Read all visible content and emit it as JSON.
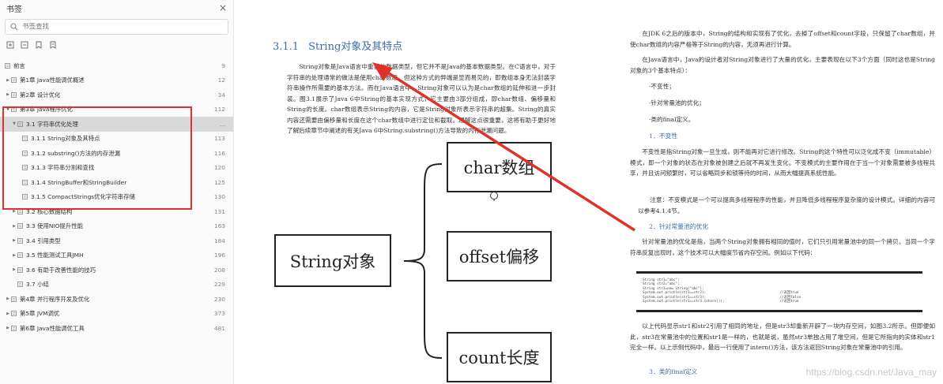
{
  "sidebar": {
    "title": "书签",
    "close_symbol": "×",
    "search_placeholder": "书签查找",
    "toc": [
      {
        "label": "前言",
        "page": "9"
      },
      {
        "label": "第1章 Java性能调优概述",
        "page": "12"
      },
      {
        "label": "第2章 设计优化",
        "page": "34"
      },
      {
        "label": "第3章 Java程序优化",
        "page": "112"
      },
      {
        "label": "3.1 字符串优化处理",
        "page": "..."
      },
      {
        "label": "3.1.1 String对象及其特点",
        "page": "113"
      },
      {
        "label": "3.1.2 substring()方法的内存泄漏",
        "page": "116"
      },
      {
        "label": "3.1.3 字符串分割和查找",
        "page": "120"
      },
      {
        "label": "3.1.4 StringBuffer和StringBuilder",
        "page": "125"
      },
      {
        "label": "3.1.5 CompactStrings优化字符串存储",
        "page": "130"
      },
      {
        "label": "3.2 核心数据结构",
        "page": "131"
      },
      {
        "label": "3.3 使用NIO提升性能",
        "page": "163"
      },
      {
        "label": "3.4 引用类型",
        "page": "184"
      },
      {
        "label": "3.5 性能测试工具JMH",
        "page": "196"
      },
      {
        "label": "3.6 有助于改善性能的技巧",
        "page": "208"
      },
      {
        "label": "3.7 小结",
        "page": "229"
      },
      {
        "label": "第4章 并行程序开发及优化",
        "page": "230"
      },
      {
        "label": "第5章 JVM调优",
        "page": "373"
      },
      {
        "label": "第6章 Java性能调优工具",
        "page": "481"
      }
    ]
  },
  "left_page": {
    "section_number": "3.1.1",
    "section_title": "String对象及其特点",
    "paragraph": "String对象是Java语言中重要的数据类型，但它并不是Java的基本数据类型。在C语言中，对于字符串的处理通常的做法是使用char数组，但这种方式的弊端是显而易见的，即数组本身无法封装字符串操作所需要的基本方法。而在Java语言中，String对象可以认为是char数组的延伸和进一步封装。图3.1展示了Java 6中String的基本实现方式，它主要由3部分组成，即char数组、偏移量和String的长度。char数组表示String的内容，它是String对象所表示字符串的超集。String的真实内容还需要由偏移量和长度在这个char数组中进行定位和截取。理解这点很重要，这将有助于更好地了解后续章节中阐述的有关Java 6中String.substring()方法导致的内存泄漏问题。",
    "diagram": {
      "root": "String对象",
      "children": [
        "char数组",
        "offset偏移",
        "count长度"
      ]
    }
  },
  "right_page": {
    "p1": "在JDK 6之后的版本中，String的结构和实现有了优化，去掉了offset和count字段，只保留了char数组，并使char数组的内容严格等于String的内容，无须再进行计算。",
    "p2": "在Java语言中，Java的设计者对String对象进行了大量的优化，主要表现在以下3个方面（同时这也是String对象的3个基本特点）：",
    "items": [
      "·不变性；",
      "·针对常量池的优化；",
      "·类的final定义。"
    ],
    "h1": "1．不变性",
    "p3": "不变性是指String对象一旦生成，则不能再对它进行修改。String的这个特性可以泛化成不变（immutable）模式，即一个对象的状态在对象被创建之后就不再发生变化。不变模式的主要作用在于当一个对象需要被多线程共享，并且访问频繁时，可以省略同步和锁等待的时间，从而大幅提高系统性能。",
    "note": "注意：不变模式是一个可以提高多线程程序的性能，并且降低多线程程序复杂度的设计模式。详细的内容可以参考4.1.4节。",
    "h2": "2．针对常量池的优化",
    "p4": "针对常量池的优化是指，当两个String对象拥有相同的值时，它们只引用常量池中的同一个拷贝。当同一个字符串反复出现时，这个技术可以大幅度节省内存空间。例如以下代码：",
    "code": [
      "String str1=\"abc\";",
      "String str2=\"abc\";",
      "String str3=new String(\"abc\");",
      "System.out.println(str1==str2);                                    //返回true",
      "System.out.println(str1==str3);                                    //返回false",
      "System.out.println(str1==str3.intern());                           //返回true"
    ],
    "p5": "以上代码显示str1和str2引用了相同的地址，但是str3却重新开辟了一块内存空间，如图3.2所示。但即便如此，str3在常量池中的位置和str1是一样的，也就是说，虽然str3单独占用了堆空间，但是它所指向的实体和str1完全一样。以上示例代码中，最后一行使用了intern()方法，该方法返回String对象在常量池中的引用。",
    "h3": "3．类的final定义",
    "watermark": "https://blog.csdn.net/Java_may"
  },
  "colors": {
    "accent_blue": "#3b6db3",
    "highlight_red": "#e0312b",
    "selection_gray": "#d9d9d9"
  }
}
